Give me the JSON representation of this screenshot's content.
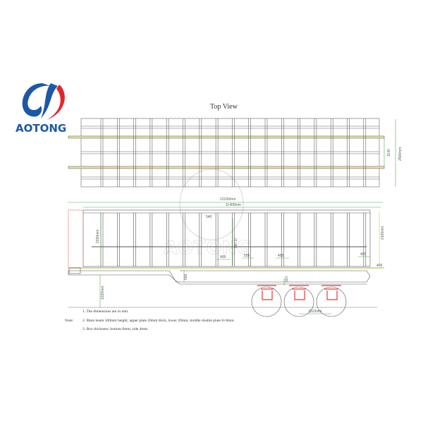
{
  "logo": {
    "brand": "AOTONG",
    "colors": {
      "blue": "#1c58a8",
      "red": "#e0262b"
    }
  },
  "watermark": "AOTONG",
  "top_view": {
    "title": "Top View",
    "dim_width": "2500mm",
    "dim_beam_spacing": "1140"
  },
  "side_view": {
    "dim_overall_length": "12100mm",
    "dim_box_length": "11400mm",
    "dim_front_height": "2030mm",
    "dim_rear_height": "2100mm",
    "dim_top_gap": "540",
    "dim_mid_height": "587.17",
    "dim_spacing_1": "495",
    "dim_spacing_2": "505",
    "dim_spacing_3": "495",
    "dim_spacing_4": "495",
    "dim_beam_height": "500",
    "dim_axle": "110",
    "dim_kingpin_height": "1220mm",
    "dim_axle_spacing": "1510mm",
    "dim_rear_small": "400"
  },
  "notes": {
    "label": "Note:",
    "items": [
      "1. The dimensions are in mm.",
      "2. Main beam 500mm height, upper plate 20mm thick, lower 20mm, middle double plate 8+8mm.",
      "3. Box thickness: bottom 6mm, side 4mm."
    ]
  },
  "colors": {
    "line": "#555555",
    "dimension": "#4caf50",
    "highlight": "#e8e8a0",
    "suspension": "#e53935"
  }
}
